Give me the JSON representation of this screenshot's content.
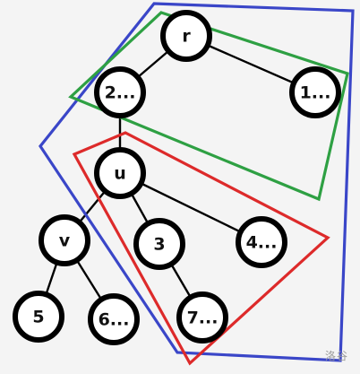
{
  "colors": {
    "background": "#f4f4f4",
    "node_fill": "#ffffff",
    "node_stroke": "#000000",
    "edge": "#000000",
    "polygon_blue": "#3a46c8",
    "polygon_green": "#2ea043",
    "polygon_red": "#dd2a2a"
  },
  "tree": {
    "nodes": [
      {
        "id": "r",
        "label": "r"
      },
      {
        "id": "n2",
        "label": "2..."
      },
      {
        "id": "n1",
        "label": "1..."
      },
      {
        "id": "u",
        "label": "u"
      },
      {
        "id": "v",
        "label": "v"
      },
      {
        "id": "n3",
        "label": "3"
      },
      {
        "id": "n4",
        "label": "4..."
      },
      {
        "id": "n5",
        "label": "5"
      },
      {
        "id": "n6",
        "label": "6..."
      },
      {
        "id": "n7",
        "label": "7..."
      }
    ],
    "edges": [
      [
        "r",
        "n2"
      ],
      [
        "r",
        "n1"
      ],
      [
        "n2",
        "u"
      ],
      [
        "u",
        "v"
      ],
      [
        "u",
        "n3"
      ],
      [
        "u",
        "n4"
      ],
      [
        "v",
        "n5"
      ],
      [
        "v",
        "n6"
      ],
      [
        "n3",
        "n7"
      ]
    ]
  },
  "regions": [
    {
      "id": "blue-region",
      "color_key": "polygon_blue"
    },
    {
      "id": "green-region",
      "color_key": "polygon_green"
    },
    {
      "id": "red-region",
      "color_key": "polygon_red"
    }
  ],
  "watermark": "洛谷"
}
